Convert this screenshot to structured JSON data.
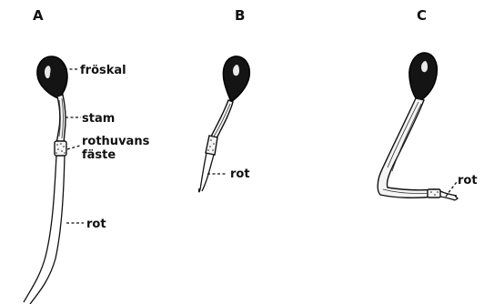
{
  "panels": [
    {
      "letter": "A",
      "labels": {
        "seed_coat": "fröskal",
        "stem": "stam",
        "root_cap_line1": "rothuvans",
        "root_cap_line2": "fäste",
        "root": "rot"
      }
    },
    {
      "letter": "B",
      "labels": {
        "root": "rot"
      }
    },
    {
      "letter": "C",
      "labels": {
        "root": "rot"
      }
    }
  ]
}
